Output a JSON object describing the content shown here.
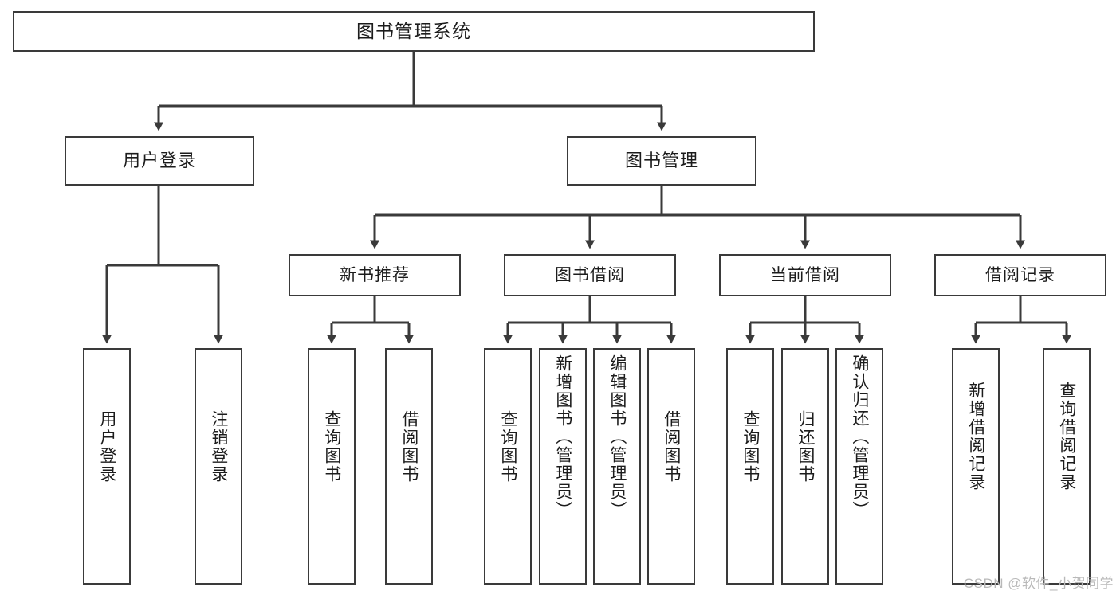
{
  "diagram": {
    "type": "tree-hierarchy",
    "title": "图书管理系统",
    "watermark": "CSDN @软件_小贺同学",
    "colors": {
      "box_border": "#3a3a3a",
      "box_fill": "#ffffff",
      "connector": "#3a3a3a",
      "text": "#1c1c1c",
      "watermark": "#b9b9b9"
    },
    "root": {
      "label": "图书管理系统"
    },
    "level2": [
      {
        "label": "用户登录"
      },
      {
        "label": "图书管理"
      }
    ],
    "level3": [
      {
        "label": "新书推荐"
      },
      {
        "label": "图书借阅"
      },
      {
        "label": "当前借阅"
      },
      {
        "label": "借阅记录"
      }
    ],
    "leaves": {
      "user_login": [
        {
          "label": "用户登录"
        },
        {
          "label": "注销登录"
        }
      ],
      "new_book": [
        {
          "label": "查询图书"
        },
        {
          "label": "借阅图书"
        }
      ],
      "book_borrow": [
        {
          "label": "查询图书"
        },
        {
          "label": "新增图书（管理员）"
        },
        {
          "label": "编辑图书（管理员）"
        },
        {
          "label": "借阅图书"
        }
      ],
      "current_borrow": [
        {
          "label": "查询图书"
        },
        {
          "label": "归还图书"
        },
        {
          "label": "确认归还（管理员）"
        }
      ],
      "borrow_record": [
        {
          "label": "新增借阅记录"
        },
        {
          "label": "查询借阅记录"
        }
      ]
    }
  }
}
